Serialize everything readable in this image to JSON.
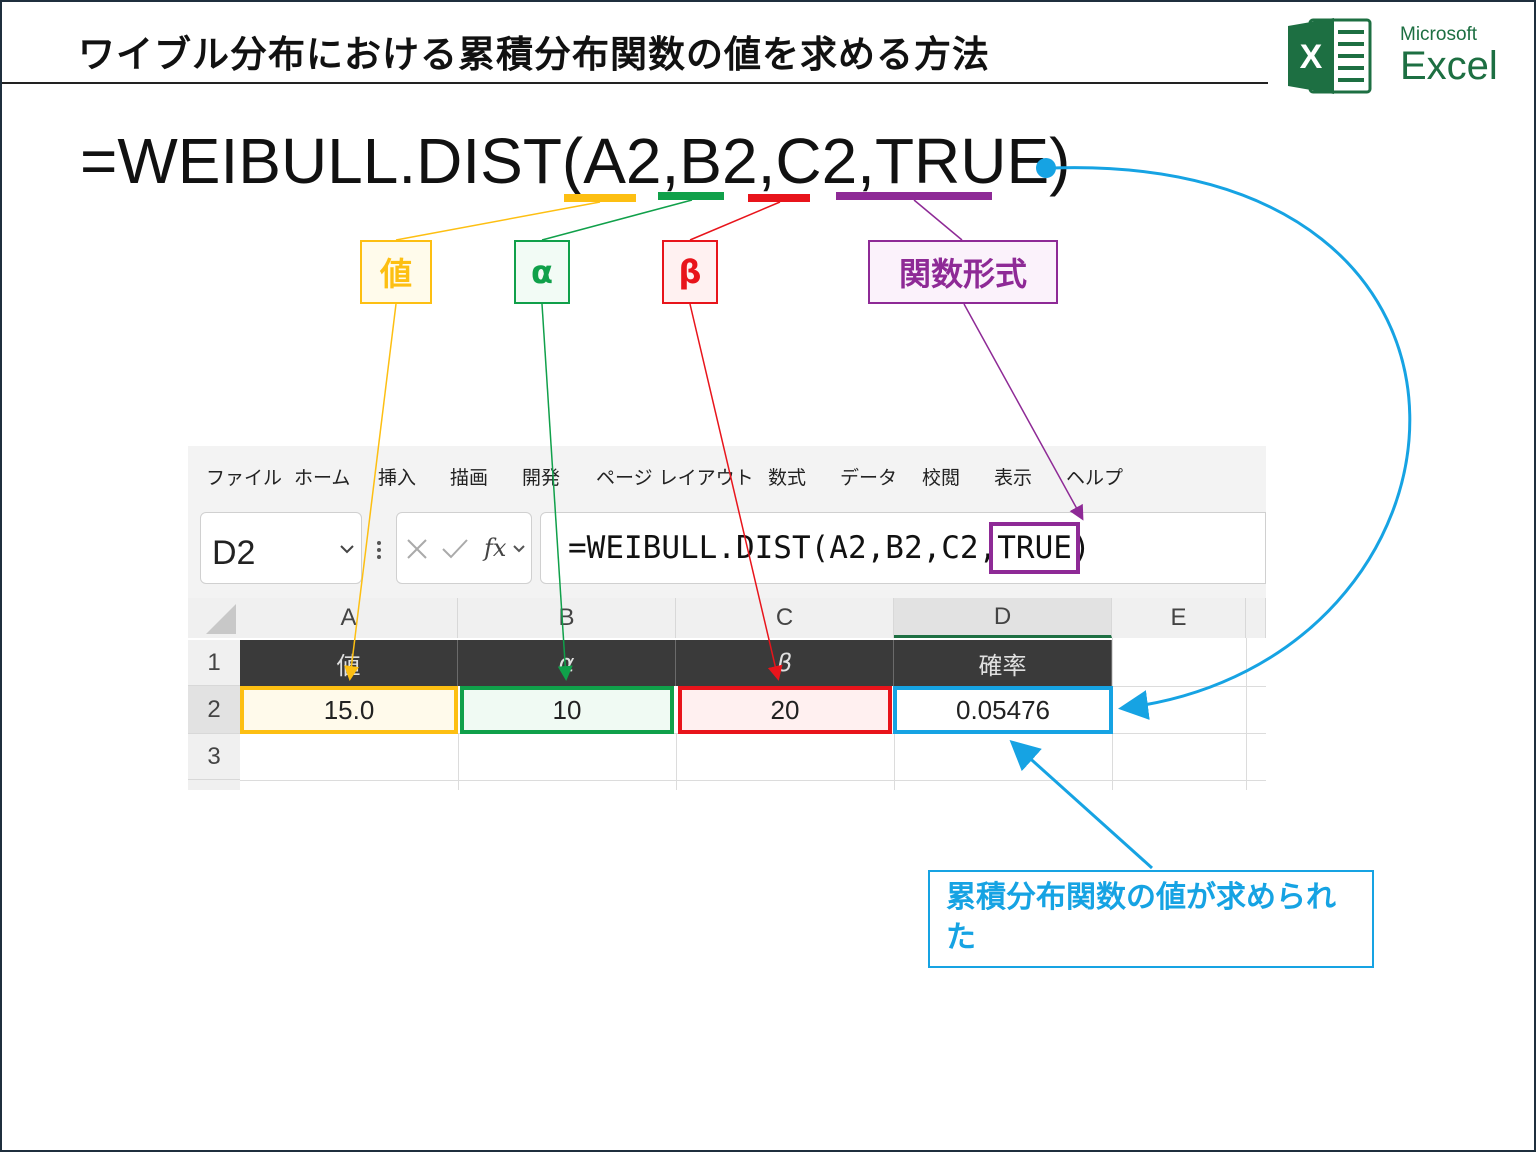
{
  "title": "ワイブル分布における累積分布関数の値を求める方法",
  "logo": {
    "line1": "Microsoft",
    "line2": "Excel",
    "letter": "X",
    "icon": "excel-logo-icon"
  },
  "formula": {
    "prefix": "=WEIBULL.DIST(",
    "arg1": "A2",
    "sep1": ",",
    "arg2": "B2",
    "sep2": ",",
    "arg3": "C2",
    "sep3": ",",
    "arg4": "TRUE",
    "suffix": ")"
  },
  "labels": {
    "value": "値",
    "alpha": "α",
    "beta": "β",
    "form": "関数形式"
  },
  "colors": {
    "value": "#fdbf12",
    "alpha": "#10a04a",
    "beta": "#e8141b",
    "form": "#8e2a96",
    "result": "#16a3e3"
  },
  "excel": {
    "menu": [
      "ファイル",
      "ホーム",
      "挿入",
      "描画",
      "開発",
      "ページ レイアウト",
      "数式",
      "データ",
      "校閲",
      "表示",
      "ヘルプ"
    ],
    "name_box": "D2",
    "formula_bar": {
      "prefix": "=WEIBULL.DIST(A2,B2,C2,",
      "highlight": "TRUE",
      "suffix": ")"
    },
    "columns": [
      "A",
      "B",
      "C",
      "D",
      "E"
    ],
    "rows": [
      "1",
      "2",
      "3"
    ],
    "header_row": [
      "値",
      "α",
      "β",
      "確率"
    ],
    "data_row": [
      "15.0",
      "10",
      "20",
      "0.05476"
    ]
  },
  "result_note": "累積分布関数の値が求められた"
}
